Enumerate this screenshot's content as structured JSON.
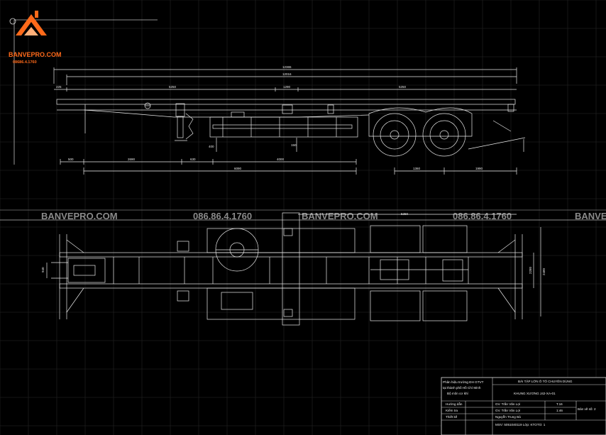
{
  "logo": {
    "brand": "BANVEPRO.COM",
    "phone": "08686.4.1760"
  },
  "watermarks": {
    "site": "BANVEPRO.COM",
    "phone": "086.86.4.1760"
  },
  "side_view": {
    "overall_length": "12365",
    "frame_length": "12016",
    "dims_top": [
      "225",
      "5250",
      "1290",
      "5250"
    ],
    "dims_bottom": [
      "500",
      "2690",
      "630",
      "6090",
      "4000",
      "1360",
      "1990"
    ],
    "dims_vertical": [
      "400",
      "150"
    ]
  },
  "top_view": {
    "length_dim": "5250",
    "width_dims": [
      "940",
      "2280",
      "2480"
    ]
  },
  "title_block": {
    "school": [
      "Phân hiệu trường ĐH GTVT",
      "tại thành phố Hồ Chí Minh",
      "Bộ môn cơ khí"
    ],
    "project": "BÀI TẬP LỚN Ô TÔ CHUYÊN DÙNG",
    "drawing_name": "KHUNG XƯƠNG J42-XA-01",
    "rows": [
      {
        "role": "Hướng dẫn",
        "name": "GV. Trần Văn Lợi",
        "value": "T.16"
      },
      {
        "role": "Kiểm tra",
        "name": "GV. Trần Văn Lợi",
        "value": "1:46"
      },
      {
        "role": "Thiết kế",
        "name": "Nguyễn Trung Bá",
        "value": "MSV: 5051040119 Lớp: KTOTO: 1"
      }
    ],
    "sheet": "Bản vẽ số: 2"
  }
}
